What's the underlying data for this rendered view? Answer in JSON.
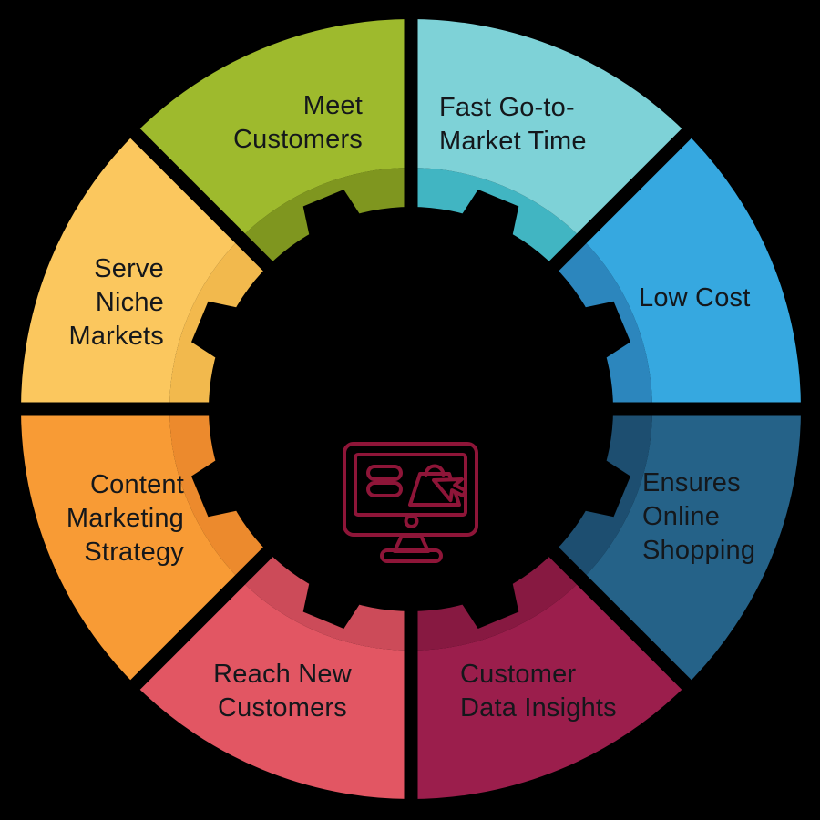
{
  "wheel": {
    "background_color": "#000000",
    "gear_color": "#000000",
    "icon": "online-shopping-monitor",
    "icon_color": "#8e1538",
    "label_color": "#14171b",
    "segments": [
      {
        "id": "fast-go-to-market-time",
        "label": "Fast Go-to-\nMarket Time",
        "color": "#7ed2d7",
        "inner_color": "#41b5c2",
        "start_angle": 45,
        "end_angle": 90
      },
      {
        "id": "low-cost",
        "label": "Low Cost",
        "color": "#36a8e0",
        "inner_color": "#2c86bd",
        "start_angle": 0,
        "end_angle": 45
      },
      {
        "id": "ensures-online-shopping",
        "label": "Ensures\nOnline\nShopping",
        "color": "#256288",
        "inner_color": "#1d4e70",
        "start_angle": -45,
        "end_angle": 0
      },
      {
        "id": "customer-data-insights",
        "label": "Customer\nData Insights",
        "color": "#9b1e4c",
        "inner_color": "#871941",
        "start_angle": -90,
        "end_angle": -45
      },
      {
        "id": "reach-new-customers",
        "label": "Reach New\nCustomers",
        "color": "#e25663",
        "inner_color": "#cc4b59",
        "start_angle": -135,
        "end_angle": -90
      },
      {
        "id": "content-marketing-strategy",
        "label": "Content\nMarketing\nStrategy",
        "color": "#f89b35",
        "inner_color": "#ec8a2d",
        "start_angle": -180,
        "end_angle": -135
      },
      {
        "id": "serve-niche-markets",
        "label": "Serve\nNiche\nMarkets",
        "color": "#fbc75e",
        "inner_color": "#f2b94d",
        "start_angle": 135,
        "end_angle": 180
      },
      {
        "id": "meet-customers",
        "label": "Meet\nCustomers",
        "color": "#9eba2d",
        "inner_color": "#7f961f",
        "start_angle": 90,
        "end_angle": 135
      }
    ]
  }
}
